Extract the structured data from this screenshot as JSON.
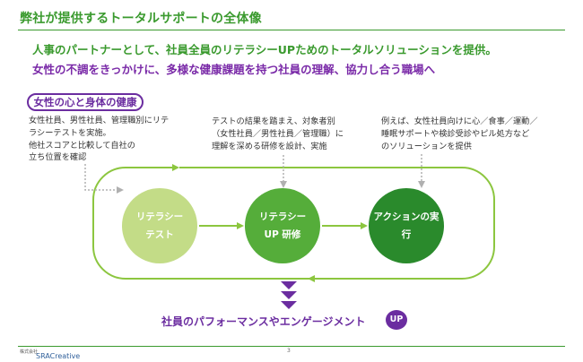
{
  "title": "弊社が提供するトータルサポートの全体像",
  "headline_1": "人事のパートナーとして、社員全員のリテラシーUPためのトータルソリューションを提供。",
  "headline_2": "女性の不調をきっかけに、多様な健康課題を持つ社員の理解、協力し合う職場へ",
  "tag_label": "女性の心と身体の健康",
  "notes": {
    "left": [
      "女性社員、男性社員、管理職別にリテ",
      "ラシーテストを実施。",
      "他社スコアと比較して自社の",
      "立ち位置を確認"
    ],
    "middle": [
      "テストの結果を踏まえ、対象者別",
      "（女性社員／男性社員／管理職）に",
      "理解を深める研修を設計、実施"
    ],
    "right": [
      "例えば、女性社員向けに心／食事／運動／",
      "睡眠サポートや検診受診やピル処方など",
      "のソリューションを提供"
    ]
  },
  "steps": [
    {
      "line1": "リテラシー",
      "line2": "テスト"
    },
    {
      "line1": "リテラシー",
      "line2": "UP 研修"
    },
    {
      "line1": "アクションの実",
      "line2": "行"
    }
  ],
  "outcome": "社員のパフォーマンスやエンゲージメント",
  "up_badge": "UP",
  "footer": {
    "corp": "株式会社",
    "brand": "SRACreative",
    "page": "3"
  },
  "colors": {
    "brand_green": "#3a9a2e",
    "purple": "#6b2da0",
    "step1": "#c3dc87",
    "step2": "#55ad3a",
    "step3": "#2a8a2c",
    "cycle_line": "#8cc63f"
  }
}
